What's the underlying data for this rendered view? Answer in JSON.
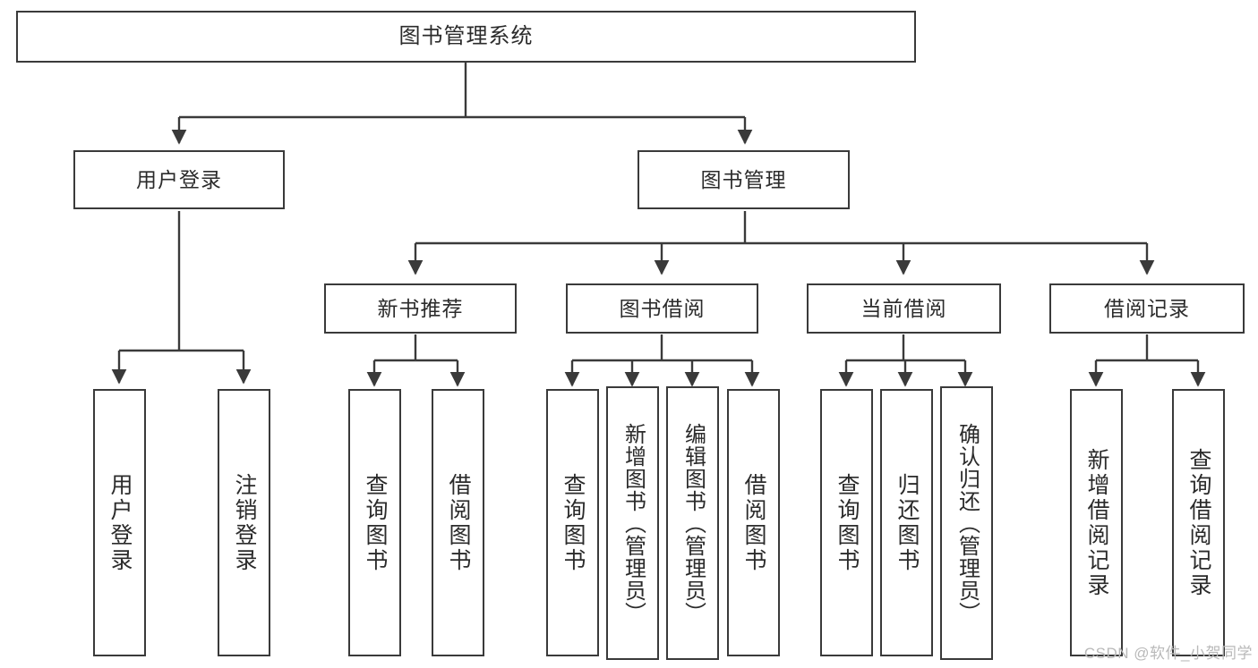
{
  "diagram": {
    "title": "图书管理系统",
    "type": "tree-hierarchy-chart",
    "line_color": "#3a3a3a",
    "box_fill": "#ffffff",
    "text_color": "#2b2b2b",
    "nodes": {
      "root": {
        "label": "图书管理系统"
      },
      "level2": [
        {
          "label": "用户登录"
        },
        {
          "label": "图书管理"
        }
      ],
      "level3": [
        {
          "label": "新书推荐"
        },
        {
          "label": "图书借阅"
        },
        {
          "label": "当前借阅"
        },
        {
          "label": "借阅记录"
        }
      ],
      "leaves": {
        "user_login": [
          {
            "label": "用户登录"
          },
          {
            "label": "注销登录"
          }
        ],
        "new_book": [
          {
            "label": "查询图书"
          },
          {
            "label": "借阅图书"
          }
        ],
        "book_borrow": [
          {
            "label": "查询图书"
          },
          {
            "label": "新增图书（管理员）"
          },
          {
            "label": "编辑图书（管理员）"
          },
          {
            "label": "借阅图书"
          }
        ],
        "current_borrow": [
          {
            "label": "查询图书"
          },
          {
            "label": "归还图书"
          },
          {
            "label": "确认归还（管理员）"
          }
        ],
        "borrow_record": [
          {
            "label": "新增借阅记录"
          },
          {
            "label": "查询借阅记录"
          }
        ]
      }
    }
  },
  "watermark": {
    "text": "CSDN @软件_小贺同学"
  }
}
